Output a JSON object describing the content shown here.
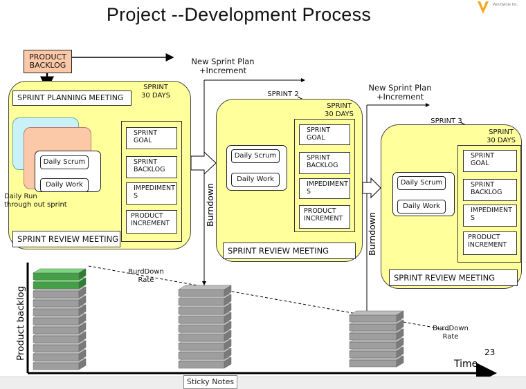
{
  "title": "Project  --Development Process",
  "product_backlog": "PRODUCT BACKLOG",
  "new_plan_1": [
    "New Sprint Plan",
    "+Increment"
  ],
  "new_plan_2": [
    "New Sprint Plan",
    "+Increment"
  ],
  "sprint1": {
    "planning": "SPRINT PLANNING MEETING",
    "days": [
      "SPRINT",
      "30 DAYS"
    ],
    "daily_scrum": "Daily Scrum",
    "daily_work": "Daily Work",
    "goal": "SPRINT GOAL",
    "backlog": "SPRINT BACKLOG",
    "impediments": "IMPEDIMENT S",
    "increment": "PRODUCT INCREMENT",
    "review": "SPRINT REVIEW MEETING",
    "daily_run": [
      "Daily Run",
      "through out sprint"
    ]
  },
  "sprint2": {
    "name": "SPRINT 2",
    "days": [
      "SPRINT",
      "30 DAYS"
    ],
    "daily_scrum": "Daily Scrum",
    "daily_work": "Daily Work",
    "goal": "SPRINT GOAL",
    "backlog": "SPRINT BACKLOG",
    "impediments": "IMPEDIMENT S",
    "increment": "PRODUCT INCREMENT",
    "review": "SPRINT REVIEW MEETING"
  },
  "sprint3": {
    "name": "SPRINT 3",
    "days": [
      "SPRINT",
      "30 DAYS"
    ],
    "daily_scrum": "Daily Scrum",
    "daily_work": "Daily Work",
    "goal": "SPRINT GOAL",
    "backlog": "SPRINT BACKLOG",
    "impediments": "IMPEDIMENT S",
    "increment": "PRODUCT INCREMENT",
    "review": "SPRINT REVIEW MEETING"
  },
  "burndown": "Burndown",
  "burndown_rate_1": [
    "BurdDown",
    "Rate"
  ],
  "burndown_rate_2": [
    "BurdDown",
    "Rate"
  ],
  "y_axis": "Product backlog",
  "x_axis": "Time",
  "page_number": "23",
  "sticky_notes": "Sticky Notes",
  "logo_text": [
    "Worldwide Inc."
  ],
  "colors": {
    "sprint_bg": "#ffff9c",
    "green": "#4caf50",
    "gray": "#9e9e9e",
    "pink": "#fcc9a8",
    "cyan": "#c8f2f8"
  }
}
